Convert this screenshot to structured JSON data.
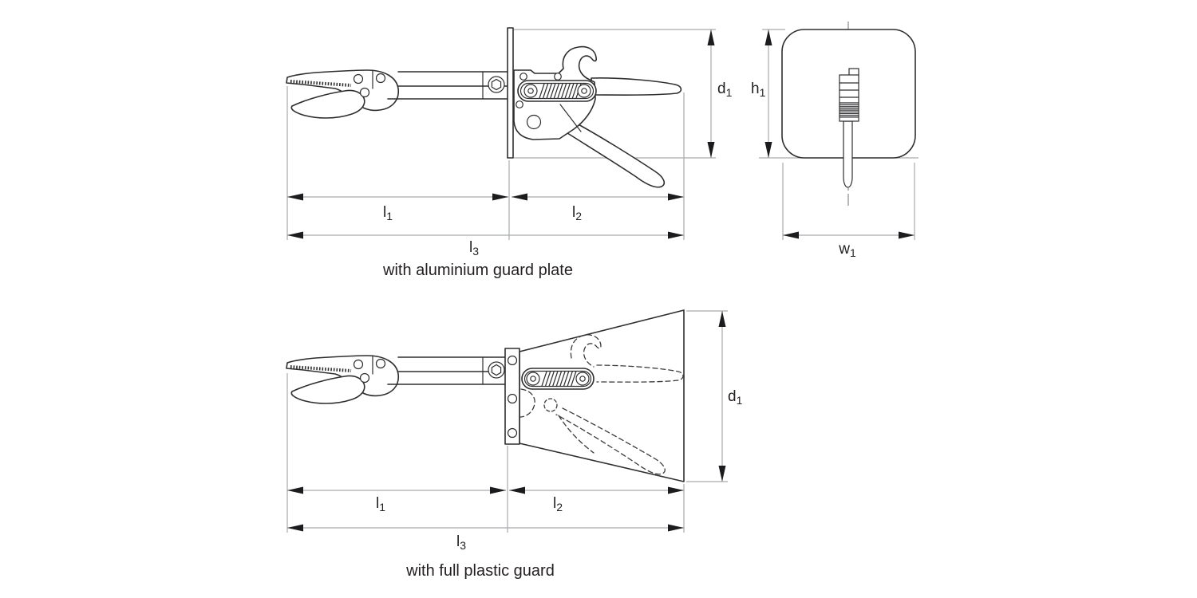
{
  "drawing": {
    "captions": {
      "top": "with aluminium guard plate",
      "bottom": "with full plastic guard"
    },
    "dimension_labels": {
      "l1": {
        "base": "l",
        "sub": "1"
      },
      "l2": {
        "base": "l",
        "sub": "2"
      },
      "l3": {
        "base": "l",
        "sub": "3"
      },
      "d1": {
        "base": "d",
        "sub": "1"
      },
      "h1": {
        "base": "h",
        "sub": "1"
      },
      "w1": {
        "base": "w",
        "sub": "1"
      }
    },
    "colors": {
      "outline": "#2e2e30",
      "dimension_line": "#a9abae",
      "arrow": "#1c1c1e",
      "text": "#231f20",
      "background": "#ffffff"
    }
  }
}
